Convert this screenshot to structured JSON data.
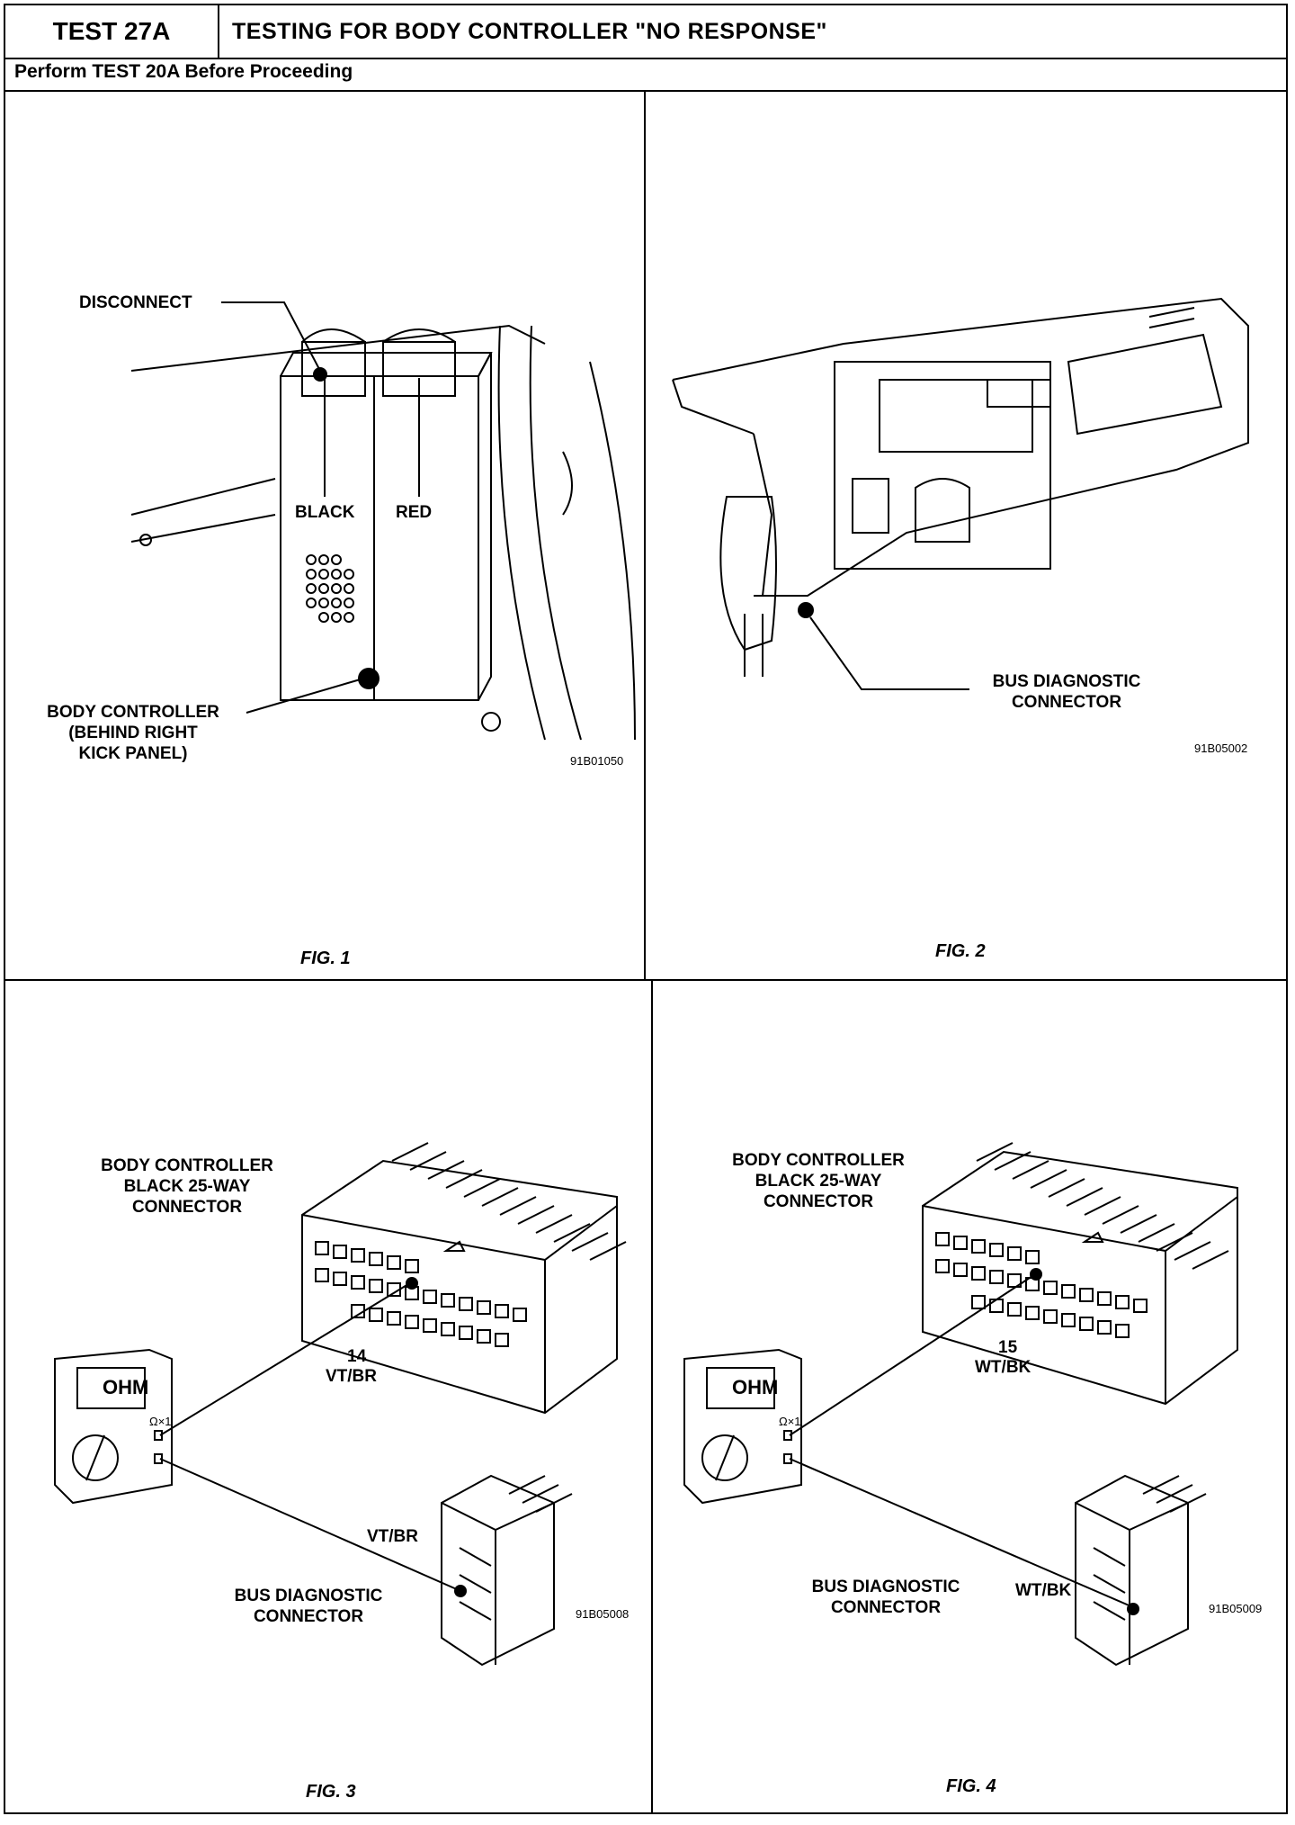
{
  "header": {
    "test_id": "TEST 27A",
    "title": "TESTING FOR BODY CONTROLLER \"NO RESPONSE\"",
    "subtitle": "Perform TEST 20A Before Proceeding"
  },
  "fig1": {
    "disconnect": "DISCONNECT",
    "black": "BLACK",
    "red": "RED",
    "body_controller": "BODY CONTROLLER",
    "behind_right": "(BEHIND RIGHT",
    "kick_panel": "KICK PANEL)",
    "code": "91B01050",
    "caption": "FIG. 1"
  },
  "fig2": {
    "bus_diag": "BUS DIAGNOSTIC",
    "connector": "CONNECTOR",
    "code": "91B05002",
    "caption": "FIG. 2"
  },
  "fig3": {
    "bc_line1": "BODY CONTROLLER",
    "bc_line2": "BLACK 25-WAY",
    "bc_line3": "CONNECTOR",
    "pin": "14",
    "wire_top": "VT/BR",
    "wire_bottom": "VT/BR",
    "meter": "OHM",
    "meter_scale": "Ω×1",
    "bus_line1": "BUS DIAGNOSTIC",
    "bus_line2": "CONNECTOR",
    "code": "91B05008",
    "caption": "FIG. 3"
  },
  "fig4": {
    "bc_line1": "BODY CONTROLLER",
    "bc_line2": "BLACK 25-WAY",
    "bc_line3": "CONNECTOR",
    "pin": "15",
    "wire_top": "WT/BK",
    "wire_bottom": "WT/BK",
    "meter": "OHM",
    "meter_scale": "Ω×1",
    "bus_line1": "BUS DIAGNOSTIC",
    "bus_line2": "CONNECTOR",
    "code": "91B05009",
    "caption": "FIG. 4"
  }
}
